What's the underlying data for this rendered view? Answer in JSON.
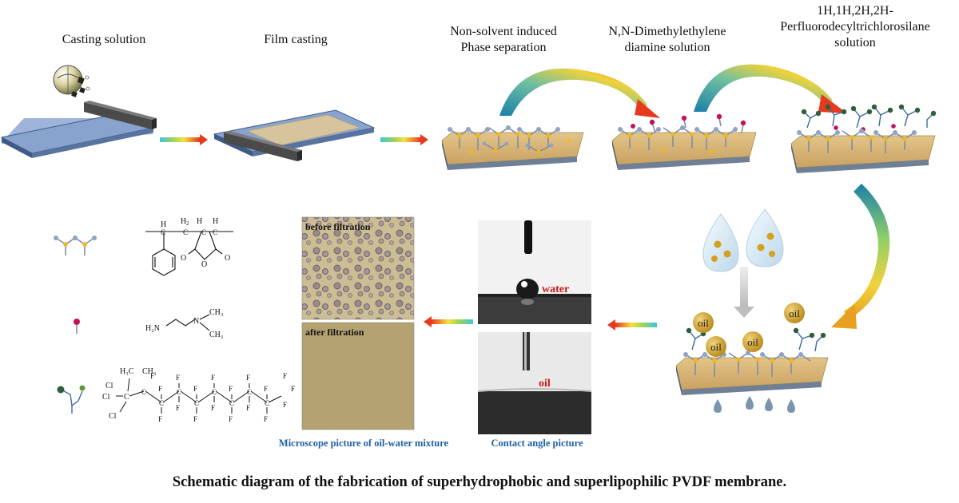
{
  "steps": {
    "casting_solution": "Casting solution",
    "film_casting": "Film casting",
    "nips_line1": "Non-solvent induced",
    "nips_line2": "Phase separation",
    "dmeda_line1": "N,N-Dimethylethylene",
    "dmeda_line2": "diamine solution",
    "pfdts_line1": "1H,1H,2H,2H-",
    "pfdts_line2": "Perfluorodecyltrichlorosilane",
    "pfdts_line3": "solution"
  },
  "photos": {
    "before_filtration": "before filtration",
    "after_filtration": "after filtration",
    "water": "water",
    "oil": "oil"
  },
  "droplet_labels": [
    "oil",
    "oil",
    "oil",
    "oil"
  ],
  "chem": {
    "h": "H",
    "h2": "H",
    "h2_sub": "2",
    "c": "C",
    "o": "O",
    "amine": "H₂N",
    "n": "N",
    "ch3": "CH₃",
    "h3c": "H₃C",
    "cl": "Cl",
    "si": "C",
    "f": "F"
  },
  "captions": {
    "microscope": "Microscope picture of oil-water mixture",
    "contact_angle": "Contact angle picture"
  },
  "title": "Schematic diagram of the fabrication of superhydrophobic and superlipophilic PVDF membrane.",
  "colors": {
    "membrane": "#d9b77a",
    "membrane_edge": "#6f7f96",
    "plate": "#7f9bc9",
    "plate_edge": "#3e5a86",
    "blade": "#3a3a3a",
    "caption_blue": "#1f5fa8",
    "arrow_red": "#e63a1e"
  }
}
